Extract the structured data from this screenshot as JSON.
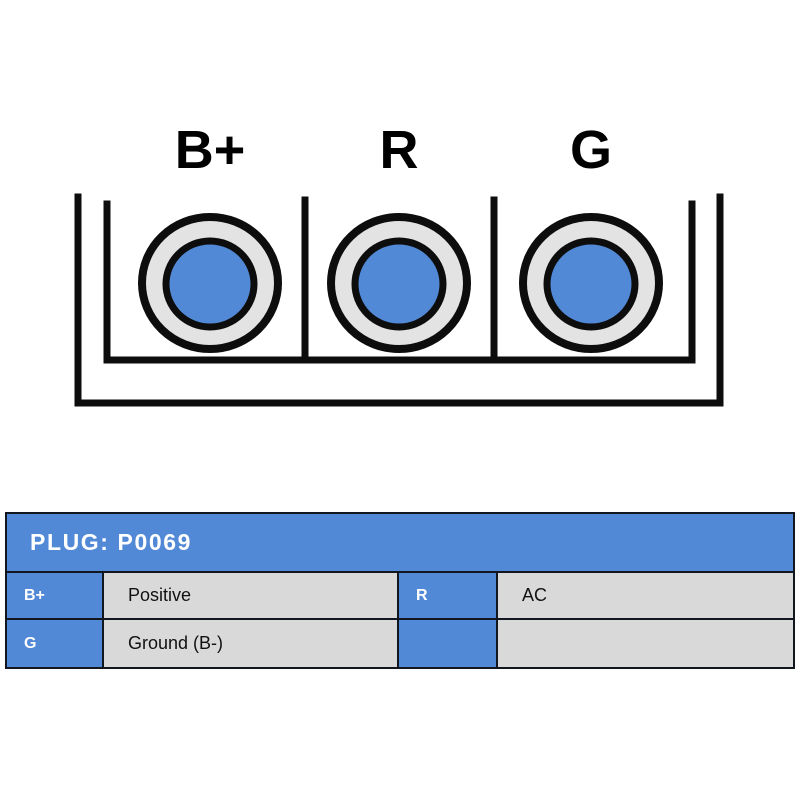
{
  "diagram": {
    "name": "alternator-plug-connector-diagram",
    "terminals": [
      {
        "label": "B+",
        "name": "terminal-b-plus"
      },
      {
        "label": "R",
        "name": "terminal-r"
      },
      {
        "label": "G",
        "name": "terminal-g"
      }
    ],
    "colors": {
      "outline": "#0d0d0d",
      "terminal_ring": "#e3e3e3",
      "terminal_core": "#5289d6",
      "background": "#ffffff"
    }
  },
  "table": {
    "header": {
      "title": "PLUG: P0069"
    },
    "colors": {
      "header_bg": "#5289d6",
      "pin_bg": "#5289d6",
      "desc_bg": "#d9d9d9",
      "border": "#12161f",
      "header_text": "#ffffff"
    },
    "rows": [
      {
        "left_pin": "B+",
        "left_desc": "Positive",
        "right_pin": "R",
        "right_desc": "AC"
      },
      {
        "left_pin": "G",
        "left_desc": "Ground (B-)",
        "right_pin": "",
        "right_desc": ""
      }
    ]
  }
}
